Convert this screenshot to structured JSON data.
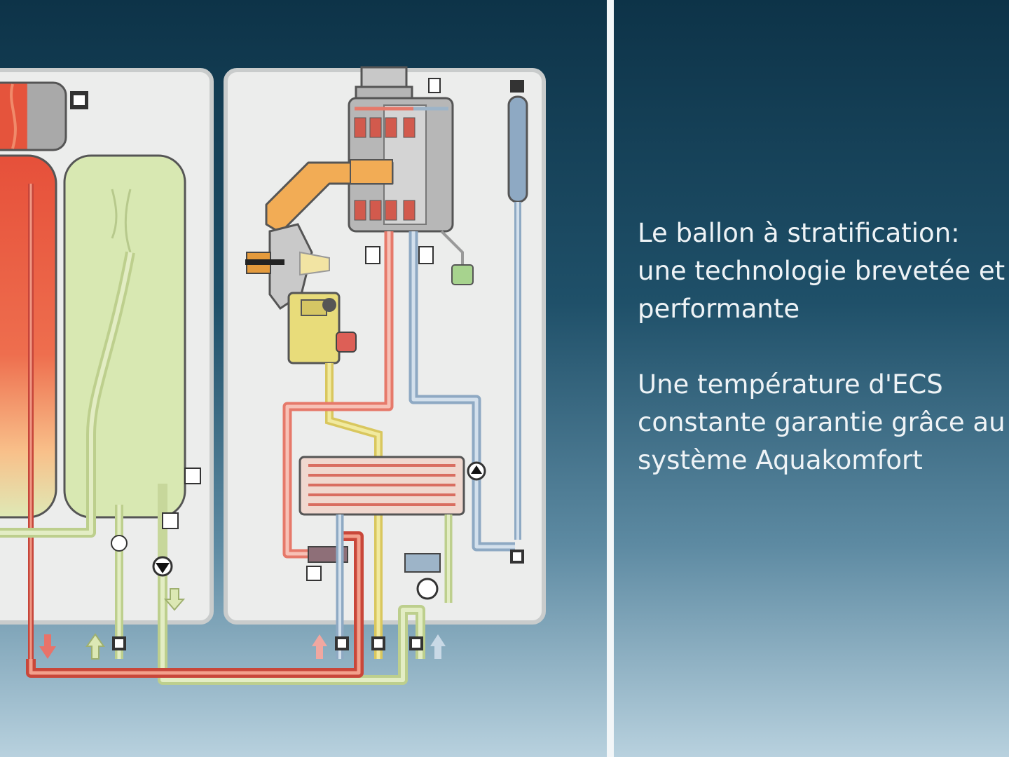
{
  "caption": {
    "paragraph_1": {
      "line_1": "Le ballon à stratification:",
      "line_2": "une technologie brevetée et",
      "line_3": "performante"
    },
    "paragraph_2": {
      "line_1": "Une température d'ECS",
      "line_2": "constante garantie grâce au",
      "line_3": "système Aquakomfort"
    }
  },
  "colors": {
    "hot_water": "#e8736a",
    "domestic_water": "#cfe0a6",
    "cold_return": "#a9c3d8",
    "gas_line": "#e8dc7a",
    "exhaust": "#f0a24a",
    "panel": "#eceeee"
  }
}
